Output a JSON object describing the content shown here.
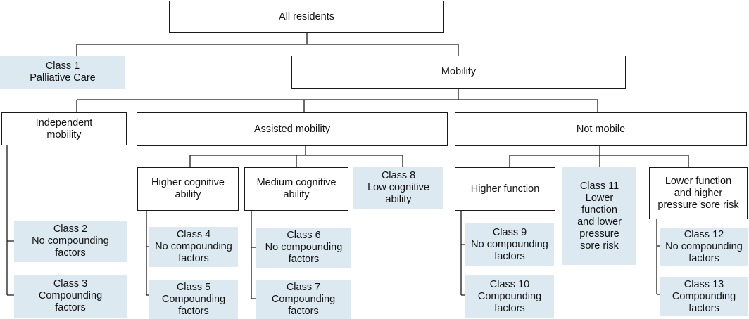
{
  "palette": {
    "leaf_fill": "#dce9f1",
    "box_border": "#1a1a1a",
    "connector": "#1a1a1a"
  },
  "nodes": {
    "all_residents": "All residents",
    "class1": "Class 1\nPalliative Care",
    "mobility": "Mobility",
    "independent": "Independent\nmobility",
    "assisted": "Assisted mobility",
    "not_mobile": "Not mobile",
    "higher_cog": "Higher cognitive\nability",
    "medium_cog": "Medium cognitive\nability",
    "class8": "Class 8\nLow cognitive\nability",
    "higher_function": "Higher function",
    "class11": "Class 11\nLower\nfunction\nand lower\npressure\nsore risk",
    "lower_function": "Lower function\nand higher\npressure sore risk",
    "class2": "Class 2\nNo compounding\nfactors",
    "class3": "Class 3\nCompounding\nfactors",
    "class4": "Class 4\nNo compounding\nfactors",
    "class5": "Class 5\nCompounding\nfactors",
    "class6": "Class 6\nNo compounding\nfactors",
    "class7": "Class 7\nCompounding\nfactors",
    "class9": "Class 9\nNo compounding\nfactors",
    "class10": "Class 10\nCompounding\nfactors",
    "class12": "Class 12\nNo compounding\nfactors",
    "class13": "Class 13\nCompounding\nfactors"
  }
}
